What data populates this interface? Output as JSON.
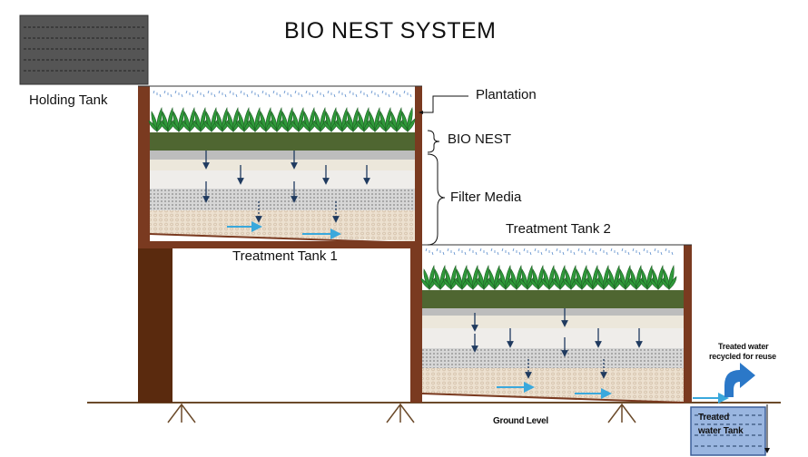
{
  "title": "BIO NEST SYSTEM",
  "labels": {
    "holding_tank": "Holding Tank",
    "plantation": "Plantation",
    "bio_nest": "BIO NEST",
    "filter_media": "Filter Media",
    "treatment_tank_1": "Treatment  Tank 1",
    "treatment_tank_2": "Treatment  Tank 2",
    "ground_level": "Ground Level",
    "treated_water_reuse_line1": "Treated water",
    "treated_water_reuse_line2": "recycled for reuse",
    "treated_water_tank_line1": "Treated",
    "treated_water_tank_line2": "water Tank"
  },
  "colors": {
    "brick": "#7a3a20",
    "pillar": "#5a2a0e",
    "ground": "#6b4a2a",
    "holding_tank": "#555555",
    "bio_nest_layer": "#4f6631",
    "gravel": "#b5b5b5",
    "sand": "#ece7db",
    "soil": "#e6c9b0",
    "flow_arrow": "#3aa8dc",
    "drop_arrow": "#1f3a5f",
    "treated_tank": "#9ab6e0",
    "reuse_arrow": "#2b78c8"
  },
  "icons": [
    "plant-icon",
    "water-spray-icon",
    "down-arrow-icon",
    "flow-arrow-icon",
    "curved-arrow-icon",
    "leg-support-icon"
  ]
}
